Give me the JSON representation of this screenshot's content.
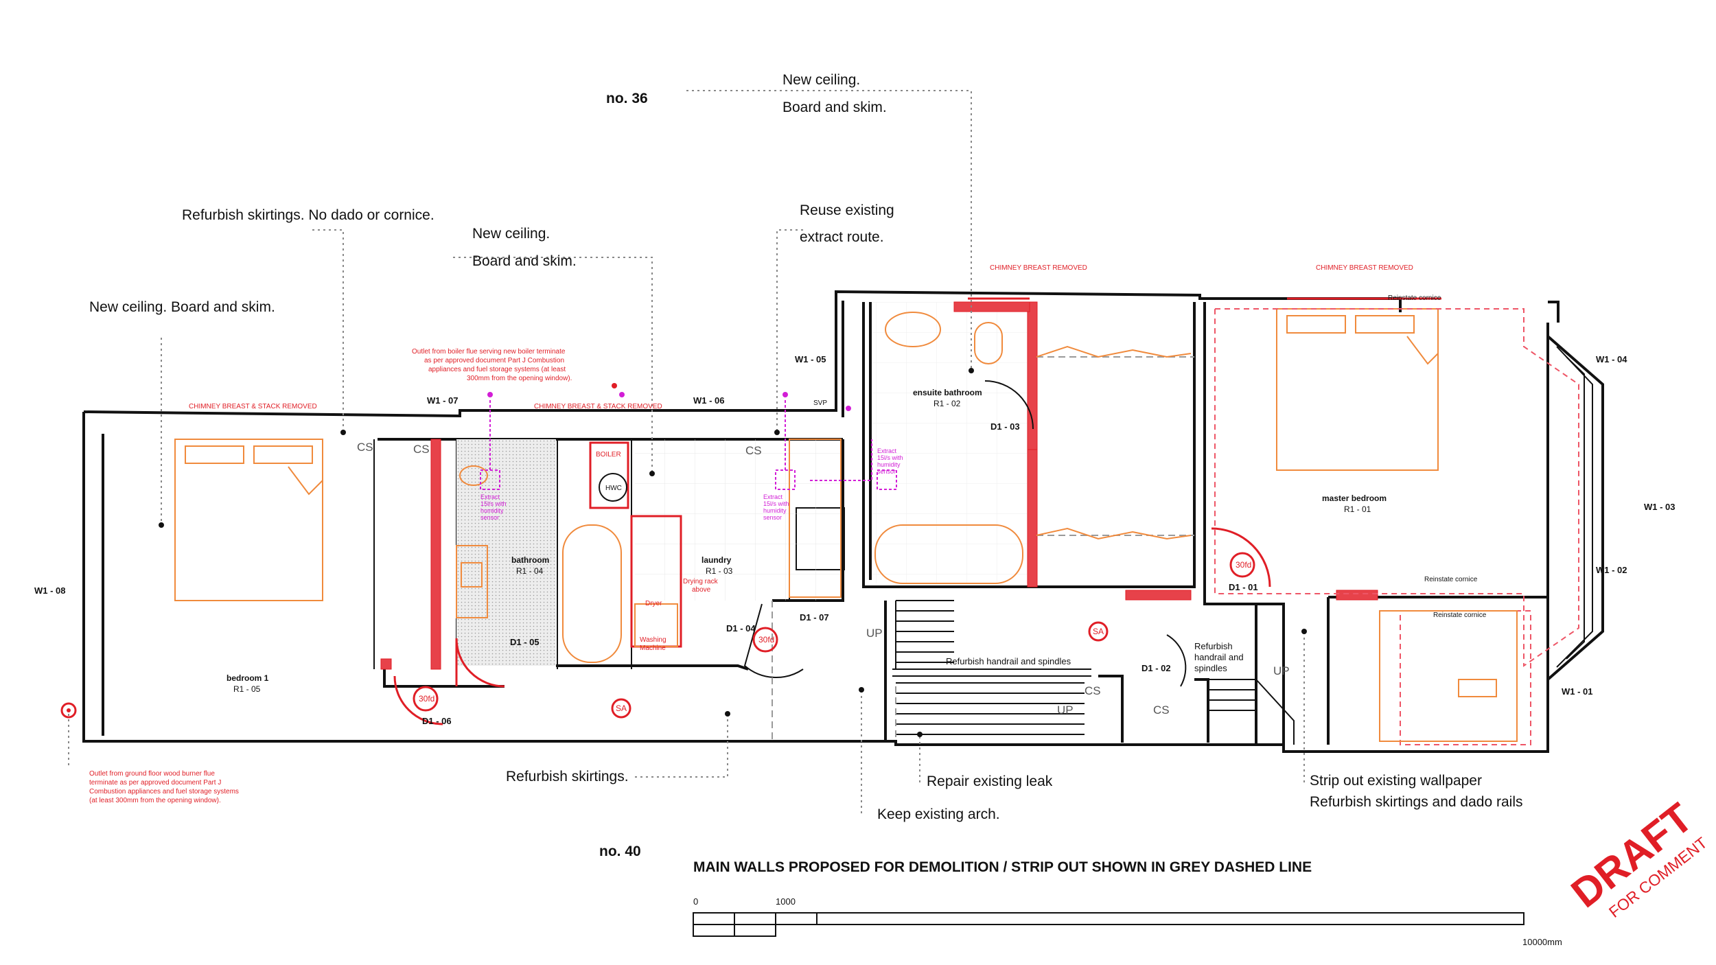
{
  "notes": {
    "new_ceiling_top_1": "New ceiling.",
    "new_ceiling_top_2": "Board and skim.",
    "refurbish_skirtings_no_dado": "Refurbish skirtings. No dado or cornice.",
    "new_ceiling_mid_1": "New ceiling.",
    "new_ceiling_mid_2": "Board and skim.",
    "new_ceiling_left": "New ceiling. Board and skim.",
    "reuse_extract_1": "Reuse existing",
    "reuse_extract_2": "extract route.",
    "refurbish_skirtings": "Refurbish skirtings.",
    "repair_leak": "Repair existing leak",
    "keep_arch": "Keep existing arch.",
    "strip_wallpaper": "Strip out existing wallpaper",
    "refurbish_dado": "Refurbish skirtings and dado rails",
    "refurbish_handrail": "Refurbish handrail and spindles",
    "refurbish_handrail_2a": "Refurbish",
    "refurbish_handrail_2b": "handrail and",
    "refurbish_handrail_2c": "spindles"
  },
  "neighbours": {
    "top": "no. 36",
    "bottom": "no. 40"
  },
  "rooms": [
    {
      "name": "bedroom 1",
      "id": "R1 - 05"
    },
    {
      "name": "bathroom",
      "id": "R1 - 04"
    },
    {
      "name": "laundry",
      "id": "R1 - 03"
    },
    {
      "name": "ensuite bathroom",
      "id": "R1 - 02"
    },
    {
      "name": "master bedroom",
      "id": "R1 - 01"
    }
  ],
  "windows": [
    "W1 - 01",
    "W1 - 02",
    "W1 - 03",
    "W1 - 04",
    "W1 - 05",
    "W1 - 06",
    "W1 - 07",
    "W1 - 08"
  ],
  "doors": [
    "D1 - 01",
    "D1 - 02",
    "D1 - 03",
    "D1 - 04",
    "D1 - 05",
    "D1 - 06",
    "D1 - 07"
  ],
  "fittings": {
    "boiler": "BOILER",
    "hwc": "HWC",
    "svp": "SVP",
    "drying_rack_1": "Drying rack",
    "drying_rack_2": "above",
    "dryer": "Dryer",
    "washing_1": "Washing",
    "washing_2": "Machine",
    "fire_door": "30fd",
    "smoke_alarm": "SA",
    "cs": "CS",
    "up": "UP"
  },
  "red_notes": {
    "chimney_stack_removed": "CHIMNEY BREAST & STACK REMOVED",
    "chimney_removed": "CHIMNEY BREAST REMOVED",
    "reinstate_cornice": "Reinstate cornice",
    "boiler_flue_1": "Outlet from boiler flue serving new boiler terminate",
    "boiler_flue_2": "as per approved document Part J Combustion",
    "boiler_flue_3": "appliances and fuel storage systems (at least",
    "boiler_flue_4": "300mm from the opening window).",
    "burner_flue_1": "Outlet from ground floor wood burner flue",
    "burner_flue_2": "terminate as per approved document Part J",
    "burner_flue_3": "Combustion appliances and fuel storage systems",
    "burner_flue_4": "(at least 300mm from the opening window)."
  },
  "extract_note": {
    "line1": "Extract",
    "line2": "15l/s with",
    "line3": "humidity",
    "line4": "sensor"
  },
  "footer": {
    "heading": "MAIN WALLS PROPOSED FOR DEMOLITION / STRIP OUT SHOWN IN GREY DASHED LINE",
    "scale_0": "0",
    "scale_1000": "1000",
    "scale_end": "10000mm"
  },
  "stamp": {
    "main": "DRAFT",
    "sub": "FOR COMMENT"
  }
}
